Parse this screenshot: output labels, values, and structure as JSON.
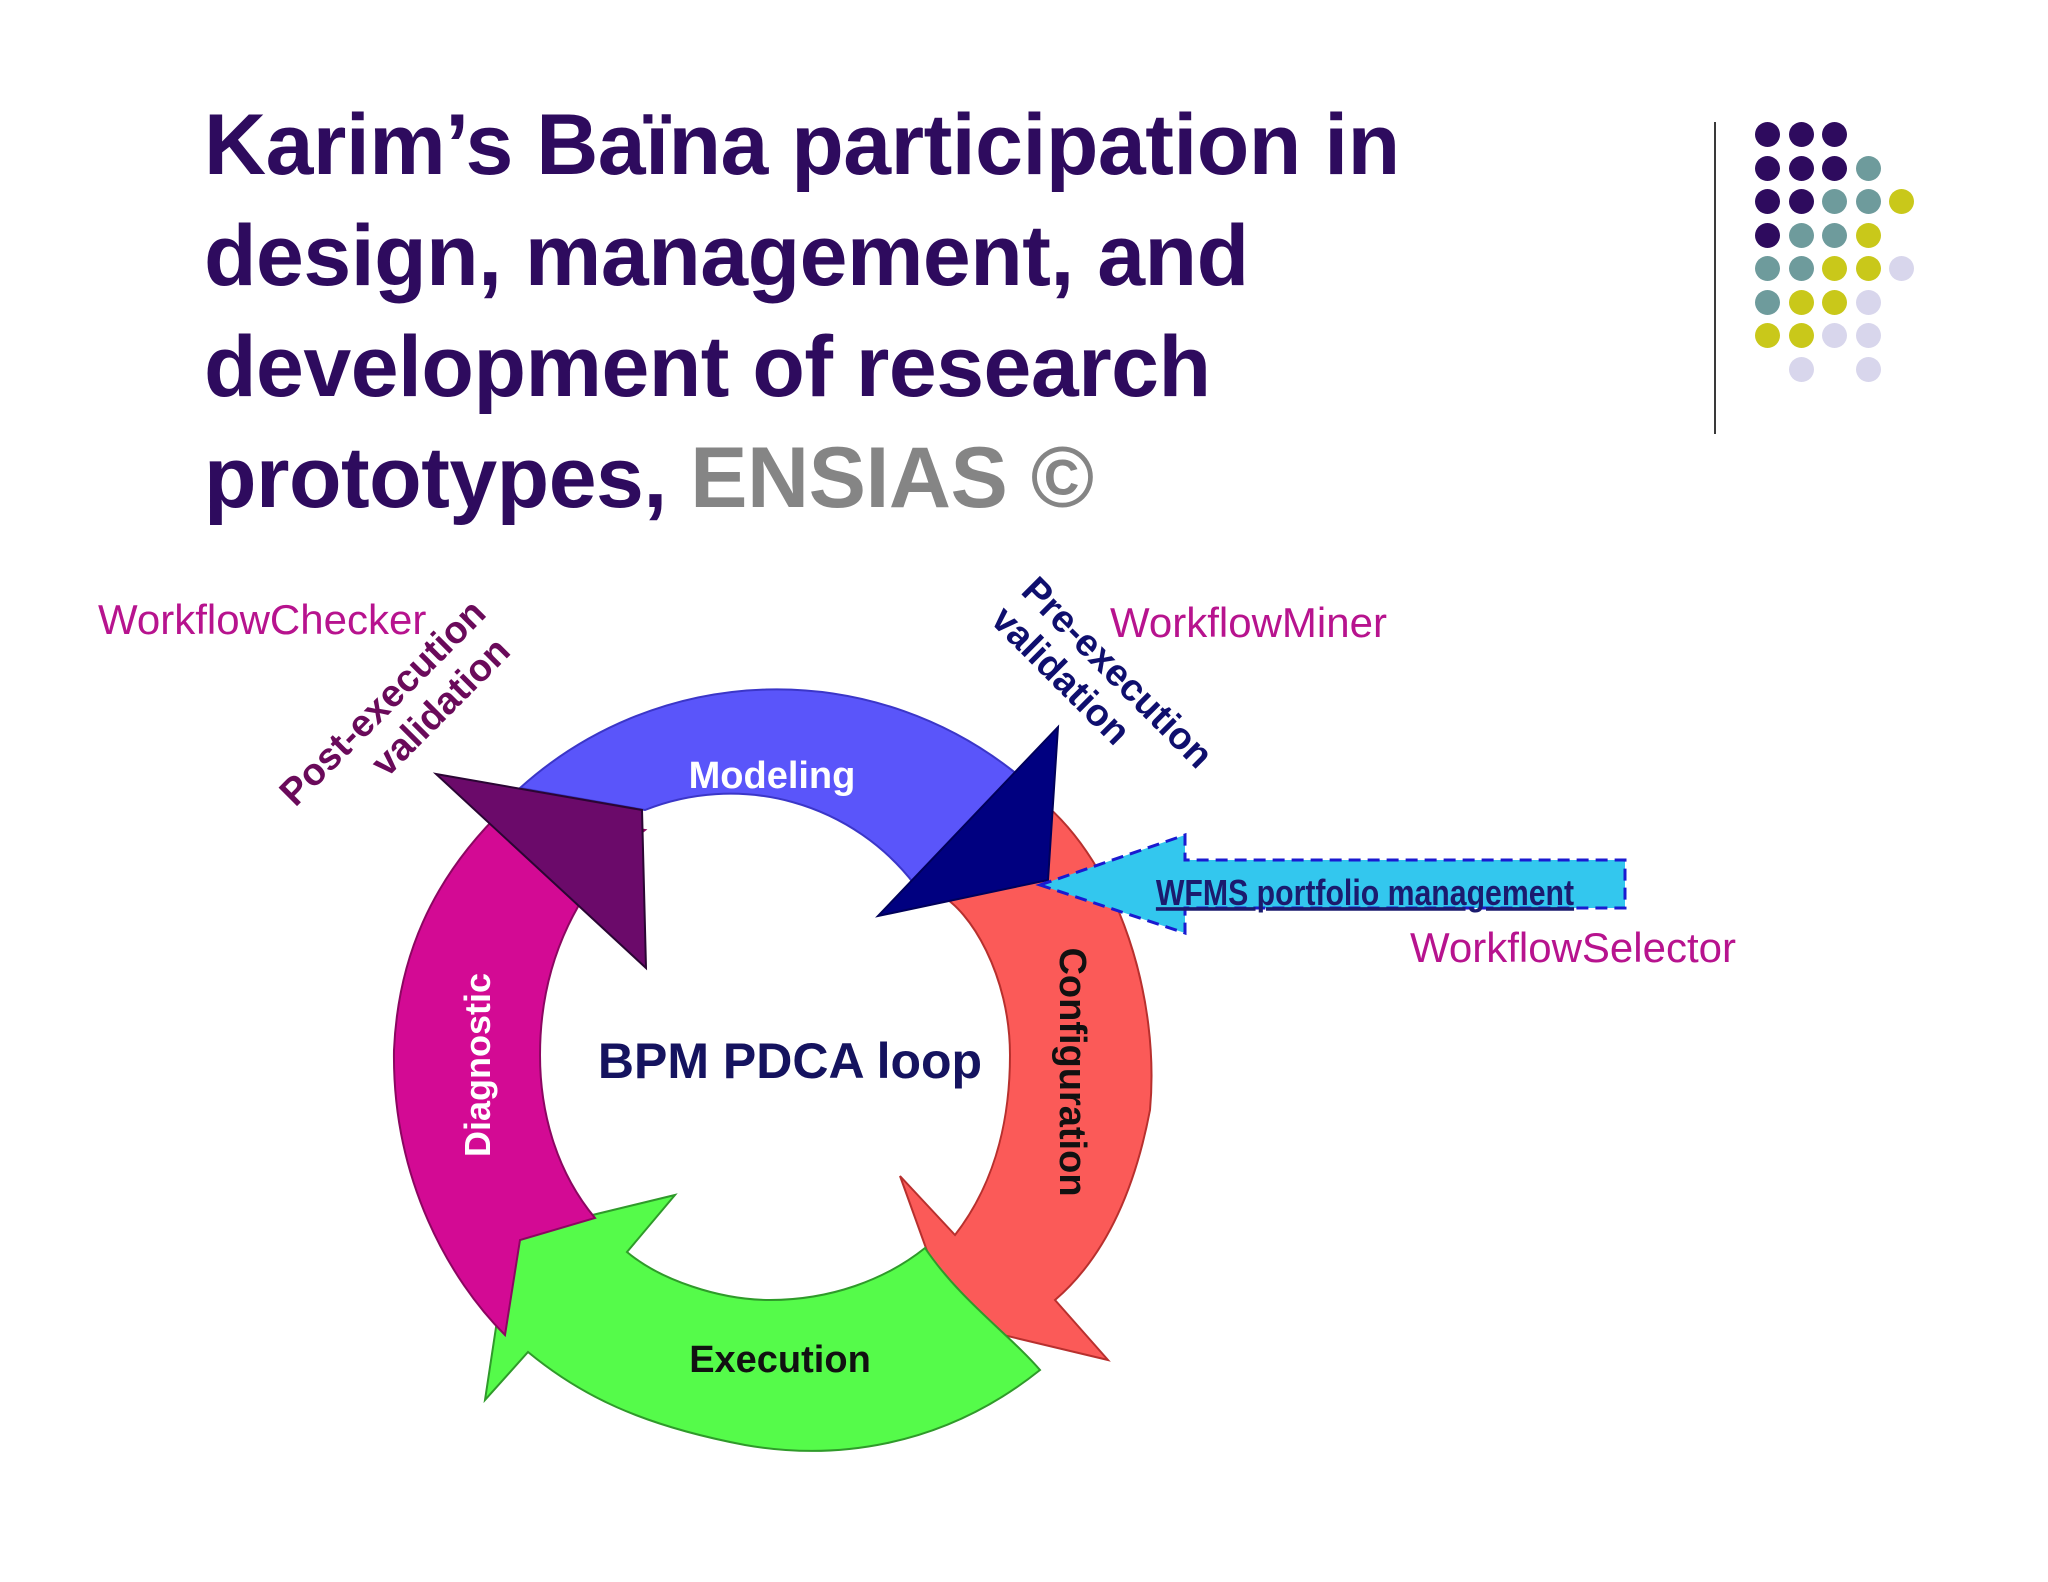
{
  "slide": {
    "title_main": "Karim’s Baïna participation in design, management, and development of research prototypes, ",
    "title_highlight": "ENSIAS ©"
  },
  "decoration": {
    "colors": {
      "purple": "#2e0b5e",
      "teal": "#6e9b9c",
      "olive": "#c9c81a",
      "lavender": "#d8d6ec"
    },
    "dot_rows": [
      [
        "purple",
        "purple",
        "purple",
        "",
        "",
        ""
      ],
      [
        "purple",
        "purple",
        "purple",
        "teal",
        "",
        ""
      ],
      [
        "purple",
        "purple",
        "teal",
        "teal",
        "olive",
        ""
      ],
      [
        "purple",
        "teal",
        "teal",
        "olive",
        "",
        ""
      ],
      [
        "teal",
        "teal",
        "olive",
        "olive",
        "lavender",
        ""
      ],
      [
        "teal",
        "olive",
        "olive",
        "lavender",
        "",
        ""
      ],
      [
        "olive",
        "olive",
        "lavender",
        "lavender",
        "",
        ""
      ],
      [
        "",
        "lavender",
        "",
        "lavender",
        "",
        ""
      ]
    ]
  },
  "diagram": {
    "center_label": "BPM PDCA loop",
    "segments": {
      "modeling": {
        "label": "Modeling",
        "color": "#5a55fa"
      },
      "configuration": {
        "label": "Configuration",
        "color": "#fb5a58"
      },
      "execution": {
        "label": "Execution",
        "color": "#55fb4a"
      },
      "diagnostic": {
        "label": "Diagnostic",
        "color": "#d30a94"
      }
    },
    "validations": {
      "post": "Post-execution validation",
      "post_line1": "Post-execution",
      "post_line2": "validation",
      "pre": "Pre-execution validation",
      "pre_line1": "Pre-execution",
      "pre_line2": "validation"
    },
    "arrow_label": "WFMS portfolio management",
    "tools": {
      "checker": "WorkflowChecker",
      "miner": "WorkflowMiner",
      "selector": "WorkflowSelector"
    }
  }
}
